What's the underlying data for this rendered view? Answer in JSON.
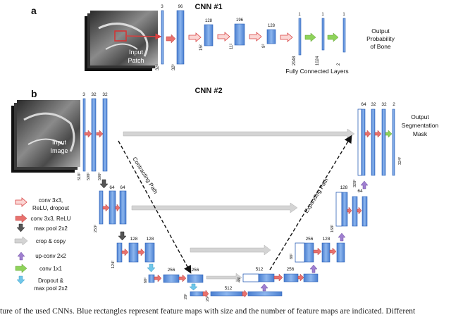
{
  "panel_a": {
    "letter": "a",
    "title": "CNN #1",
    "input_label_1": "Input",
    "input_label_2": "Patch",
    "input_size": "32²",
    "maps": [
      {
        "count": "3",
        "size": "32²"
      },
      {
        "count": "96",
        "size": "32²"
      },
      {
        "count": "128",
        "size": "15²"
      },
      {
        "count": "196",
        "size": "11²"
      },
      {
        "count": "128",
        "size": "9²"
      }
    ],
    "fc": [
      {
        "count": "1",
        "size": "2048"
      },
      {
        "count": "1",
        "size": "1024"
      },
      {
        "count": "1",
        "size": "2"
      }
    ],
    "fc_label": "Fully Connected Layers",
    "output_lines": [
      "Output",
      "Probability",
      "of Bone"
    ]
  },
  "panel_b": {
    "letter": "b",
    "title": "CNN #2",
    "input_label_1": "Input",
    "input_label_2": "Image",
    "top_counts": [
      "3",
      "32",
      "32"
    ],
    "sizes_level1": [
      "510²",
      "508²",
      "506²"
    ],
    "level2_counts": [
      "64",
      "64"
    ],
    "level2_size": "253²",
    "level3_counts": [
      "128",
      "128"
    ],
    "level3_size": "124²",
    "level4_counts": [
      "256",
      "256"
    ],
    "level4_size": "60²",
    "bottom_count": "512",
    "bottom_size_left": "28²",
    "bottom_size_right": "26²",
    "up4_counts": [
      "512",
      "256"
    ],
    "up4_size": "48²",
    "up3_counts": [
      "256",
      "128"
    ],
    "up3_size": "88²",
    "up2_counts": [
      "128",
      "64"
    ],
    "up2_size": "168²",
    "out_counts": [
      "64",
      "32",
      "32",
      "2"
    ],
    "out_size_left": "328²",
    "out_size_right": "324²",
    "contracting_label": "Contracting Path",
    "expanding_label": "Expanding Path",
    "output_lines": [
      "Output",
      "Segmentation",
      "Mask"
    ]
  },
  "legend": [
    {
      "icon": "hollow-red-arrow-icon",
      "lines": [
        "conv 3x3,",
        "ReLU, dropout"
      ]
    },
    {
      "icon": "red-arrow-icon",
      "lines": [
        "conv 3x3, ReLU"
      ]
    },
    {
      "icon": "max-pool-arrow-icon",
      "lines": [
        "max pool 2x2"
      ]
    },
    {
      "icon": "gray-arrow-icon",
      "lines": [
        "crop & copy"
      ]
    },
    {
      "icon": "purple-arrow-icon",
      "lines": [
        "up-conv 2x2"
      ]
    },
    {
      "icon": "green-arrow-icon",
      "lines": [
        "conv 1x1"
      ]
    },
    {
      "icon": "cyan-arrow-icon",
      "lines": [
        "Dropout &",
        "max pool 2x2"
      ]
    }
  ],
  "caption": "ture of the used CNNs. Blue rectangles represent feature maps with size and the number of feature maps are indicated. Different",
  "colors": {
    "feature_map": "#6e9ee0",
    "feature_map_edge": "#2f62b8",
    "red_arrow": "#e8716d",
    "gray_arrow": "#c8c8c8",
    "purple_arrow": "#9f7fd0",
    "green_arrow": "#8ed35a",
    "cyan_arrow": "#6fc7ea"
  }
}
